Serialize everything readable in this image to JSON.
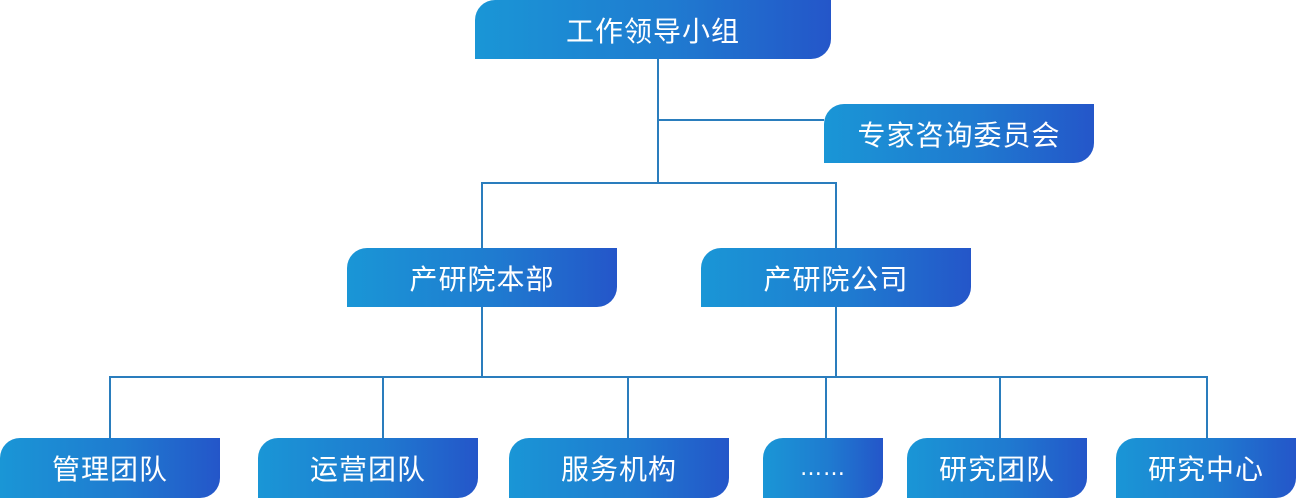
{
  "diagram": {
    "root": {
      "label": "工作领导小组"
    },
    "advisory": {
      "label": "专家咨询委员会"
    },
    "branches": [
      {
        "label": "产研院本部",
        "children": [
          {
            "label": "管理团队"
          },
          {
            "label": "运营团队"
          },
          {
            "label": "服务机构"
          }
        ]
      },
      {
        "label": "产研院公司",
        "children": [
          {
            "label": "……"
          },
          {
            "label": "研究团队"
          },
          {
            "label": "研究中心"
          }
        ]
      }
    ]
  },
  "colors": {
    "line": "#2a7dbd",
    "gradient_start": "#1a96d6",
    "gradient_end": "#2456c9",
    "text": "#ffffff"
  }
}
